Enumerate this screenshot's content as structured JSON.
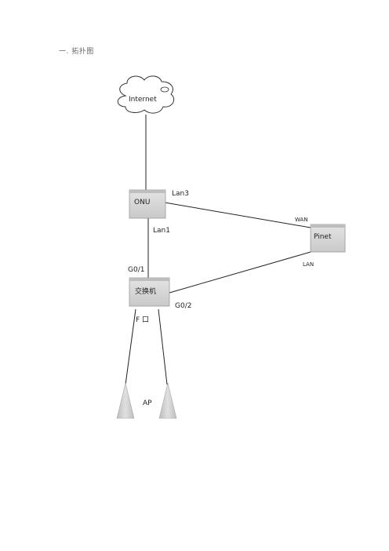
{
  "heading": "一. 拓扑图",
  "nodes": {
    "internet": "Internet",
    "onu": "ONU",
    "pinet": "Pinet",
    "switch": "交换机",
    "ap": "AP"
  },
  "ports": {
    "onu_lan3": "Lan3",
    "onu_lan1": "Lan1",
    "pinet_wan": "WAN",
    "pinet_lan": "LAN",
    "switch_g01": "G0/1",
    "switch_g02": "G0/2",
    "switch_f": "F 口"
  },
  "colors": {
    "box_fill": "#d9d9d9",
    "box_top": "#bfbfbf",
    "line": "#222222",
    "ap_fill": "#c8c8c8"
  }
}
